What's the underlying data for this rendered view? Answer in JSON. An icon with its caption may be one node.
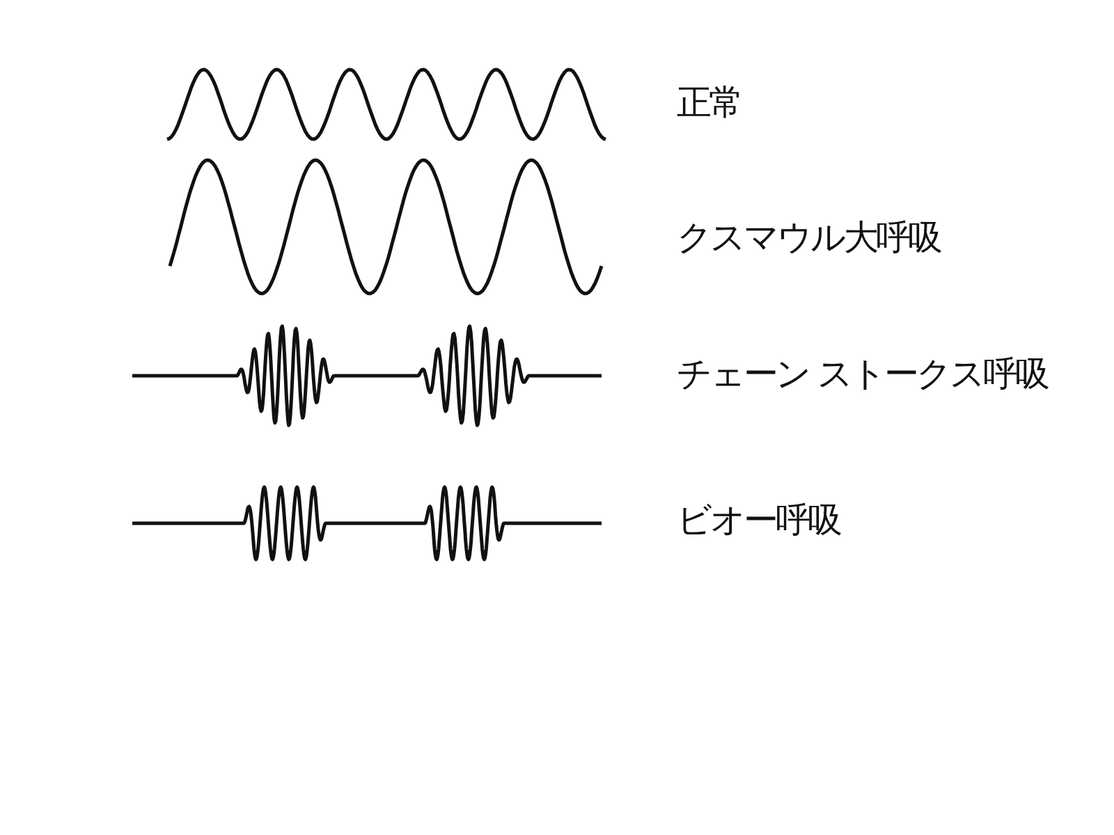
{
  "diagram": {
    "labels": [
      "正常",
      "クスマウル大呼吸",
      "チェーン ストークス呼吸",
      "ビオー呼吸"
    ]
  }
}
